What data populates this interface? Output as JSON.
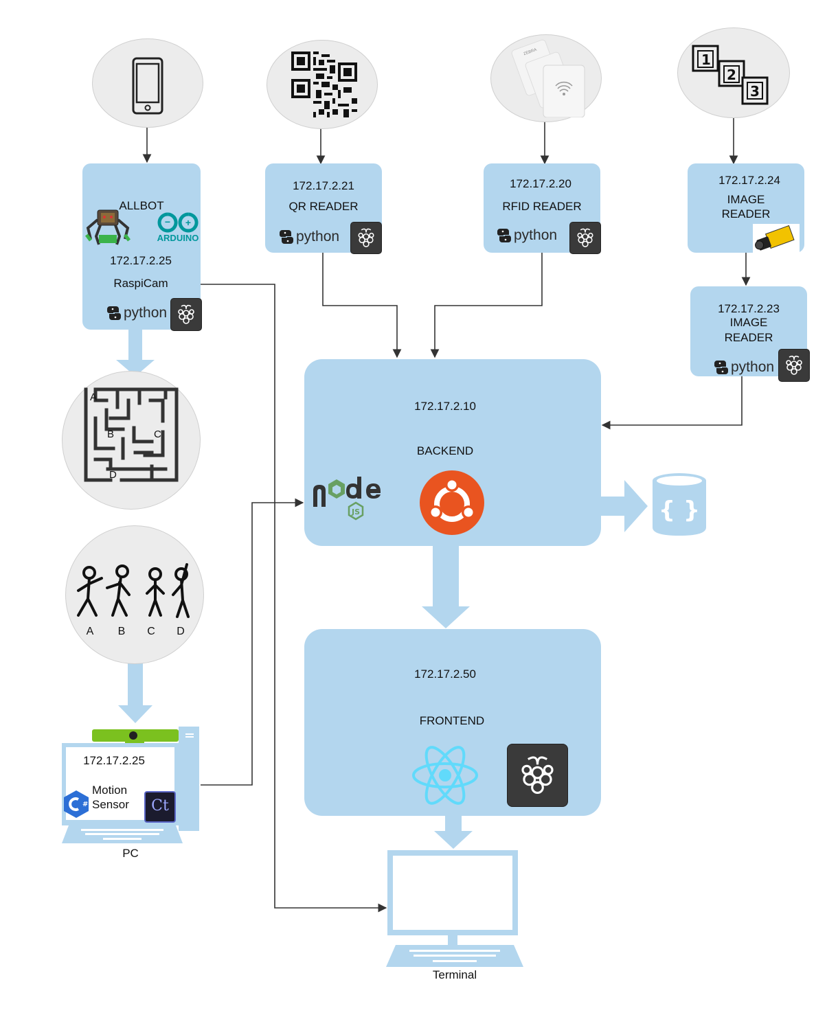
{
  "nodes": {
    "allbot": {
      "title": "ALLBOT",
      "ip": "172.17.2.25",
      "subtitle": "RaspiCam",
      "python_label": "python",
      "arduino_label": "ARDUINO"
    },
    "qr": {
      "ip": "172.17.2.21",
      "title": "QR READER",
      "python_label": "python"
    },
    "rfid": {
      "ip": "172.17.2.20",
      "title": "RFID READER",
      "python_label": "python"
    },
    "image24": {
      "ip": "172.17.2.24",
      "title_line1": "IMAGE",
      "title_line2": "READER"
    },
    "image23": {
      "ip": "172.17.2.23",
      "title_line1": "IMAGE",
      "title_line2": "READER",
      "python_label": "python"
    },
    "backend": {
      "ip": "172.17.2.10",
      "title": "BACKEND"
    },
    "frontend": {
      "ip": "172.17.2.50",
      "title": "FRONTEND"
    },
    "pc": {
      "ip": "172.17.2.25",
      "line1": "Motion",
      "line2": "Sensor",
      "caption": "PC",
      "ct_label": "Ct"
    },
    "terminal": {
      "caption": "Terminal"
    }
  },
  "maze": {
    "labels": [
      "A",
      "B",
      "C",
      "D"
    ]
  },
  "dancers": {
    "labels": [
      "A",
      "B",
      "C",
      "D"
    ]
  },
  "cards": {
    "label": "ZEBRA"
  },
  "colors": {
    "node_fill": "#b3d6ee",
    "arrow_blue": "#b3d6ee",
    "line": "#333333",
    "circle_fill": "#ececec"
  },
  "icons": [
    "phone-icon",
    "qr-code-icon",
    "rfid-cards-icon",
    "numbered-boxes-icon",
    "robot-spider-icon",
    "arduino-logo-icon",
    "python-logo-icon",
    "raspberry-pi-icon",
    "camera-icon",
    "maze-icon",
    "stick-figures-icon",
    "kinect-icon",
    "csharp-logo-icon",
    "nodejs-logo-icon",
    "ubuntu-logo-icon",
    "json-database-icon",
    "react-logo-icon",
    "monitor-icon",
    "laptop-keyboard-icon"
  ]
}
